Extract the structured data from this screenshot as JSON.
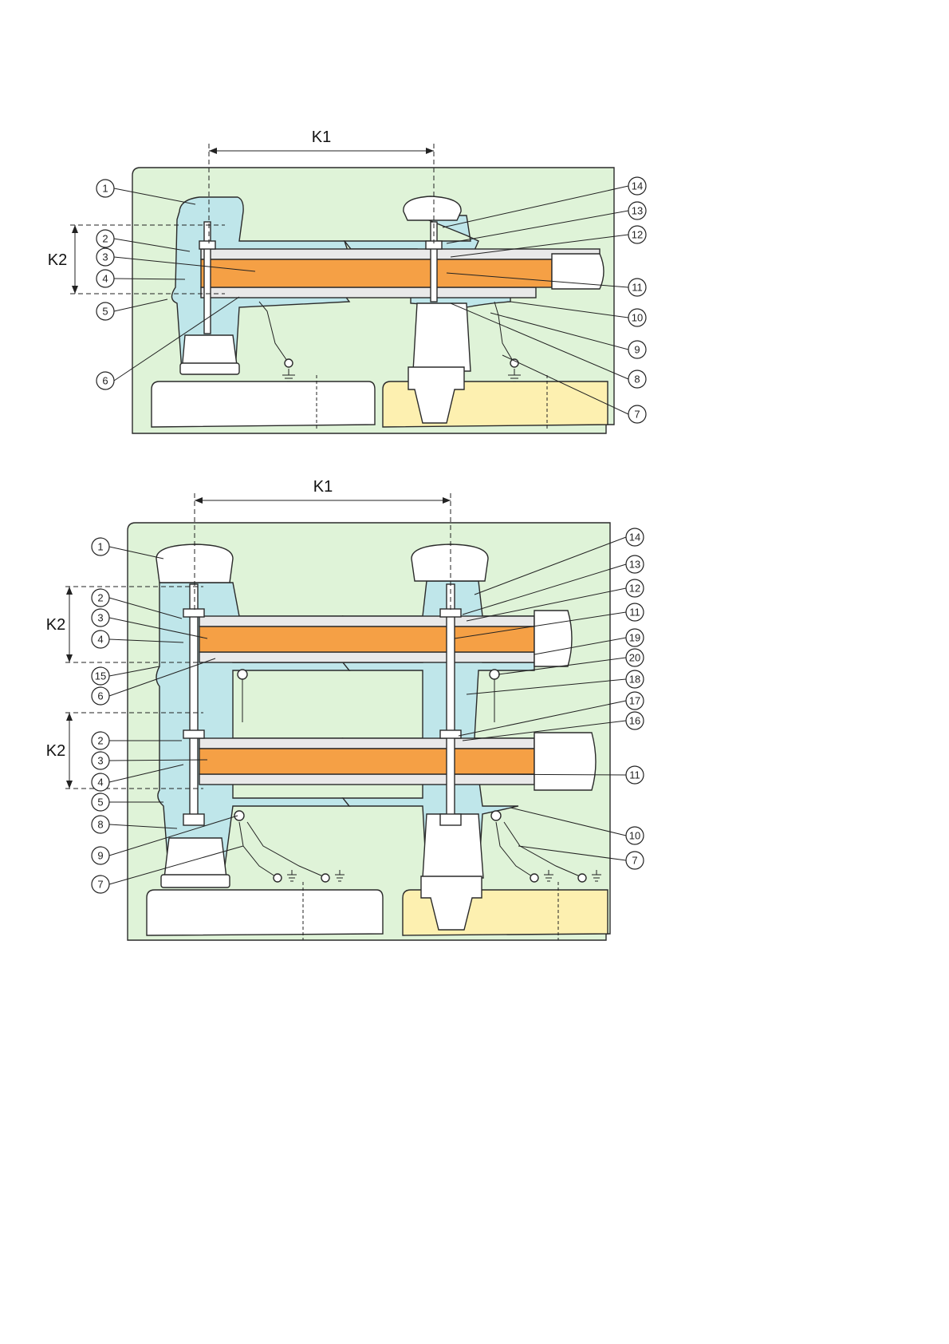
{
  "colors": {
    "panel_background": "#dff3d8",
    "housing": "#bfe6ea",
    "housing_dark": "#5bbfc3",
    "conductor": "#f5a045",
    "insulation": "#e9e9e9",
    "bushing_base": "#ffffff",
    "transformer_tank": "#fdf0b0",
    "outline": "#2a2a2a"
  },
  "icons": {
    "callout": "circled-number-icon",
    "ground": "ground-symbol-icon",
    "dimension": "dimension-arrow-icon"
  },
  "top_figure": {
    "dimension_horizontal": "K1",
    "dimension_vertical": "K2",
    "callouts_left": [
      "1",
      "2",
      "3",
      "4",
      "5",
      "6"
    ],
    "callouts_right": [
      "14",
      "13",
      "12",
      "11",
      "10",
      "9",
      "8",
      "7"
    ]
  },
  "bottom_figure": {
    "dimension_horizontal": "K1",
    "dimension_vertical_upper": "K2",
    "dimension_vertical_lower": "K2",
    "callouts_left": [
      "1",
      "2",
      "3",
      "4",
      "15",
      "6",
      "2",
      "3",
      "4",
      "5",
      "8",
      "9",
      "7"
    ],
    "callouts_right": [
      "14",
      "13",
      "12",
      "11",
      "19",
      "20",
      "18",
      "17",
      "16",
      "11",
      "10",
      "7"
    ]
  }
}
